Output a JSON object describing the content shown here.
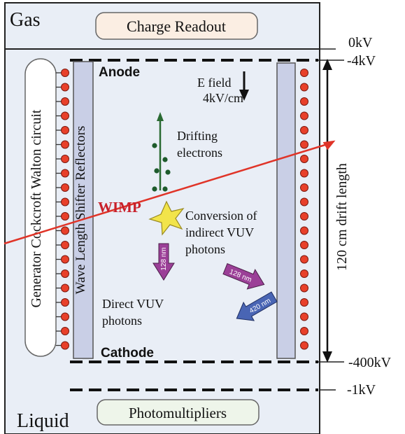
{
  "labels": {
    "gas": "Gas",
    "liquid": "Liquid",
    "charge_readout": "Charge Readout",
    "photomultipliers": "Photomultipliers",
    "anode": "Anode",
    "cathode": "Cathode",
    "e_field_line1": "E field",
    "e_field_line2": "4kV/cm",
    "drifting_line1": "Drifting",
    "drifting_line2": "electrons",
    "wimp": "WIMP",
    "conversion_line1": "Conversion of",
    "conversion_line2": "indirect VUV",
    "conversion_line3": "photons",
    "direct_line1": "Direct VUV",
    "direct_line2": "photons",
    "cockcroft": "Generator  Cockcroft Walton circuit",
    "wls": "Wave Length Shifter Reflectors",
    "drift_length": "120 cm drift length",
    "photon_128a": "128 nm",
    "photon_128b": "128 nm",
    "photon_420": "420 nm"
  },
  "voltages": {
    "v0": "0kV",
    "v4": "-4kV",
    "v400": "-400kV",
    "v1": "-1kV"
  },
  "colors": {
    "vessel_fill": "#e9eef6",
    "readout_fill": "#fbeee3",
    "pmt_fill": "#eef5ea",
    "panel_fill": "#c9cfe6",
    "electrode_dot": "#e8402a",
    "electron_dot": "#1e5b2c",
    "wimp_track": "#e03428",
    "wimp_label": "#c8202a",
    "star": "#f2e44a",
    "arrow_purple": "#9b3f97",
    "arrow_blue": "#4965b4"
  },
  "icons": {
    "star": "interaction-star-icon",
    "arrow": "photon-arrow-icon"
  }
}
